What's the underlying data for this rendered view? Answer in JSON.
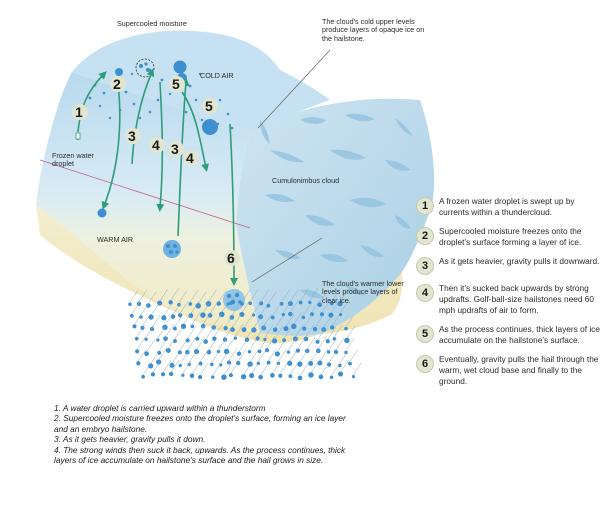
{
  "diagram": {
    "labels": {
      "supercooled": "Supercooled moisture",
      "cold_levels": "The cloud’s cold upper levels produce layers of opaque ice on the hailstone.",
      "cold_air": "COLD AIR",
      "frozen_droplet": "Frozen water droplet",
      "cumulonimbus": "Cumulonimbus cloud",
      "warm_air": "WARM AIR",
      "warm_levels": "The cloud’s warmer lower levels produce layers of clear ice."
    },
    "markers": [
      "1",
      "2",
      "3",
      "4",
      "5",
      "3",
      "4",
      "5",
      "6"
    ]
  },
  "steps": [
    {
      "num": "1",
      "text": "A frozen water droplet is swept up by currents within a thundercloud."
    },
    {
      "num": "2",
      "text": "Supercooled moisture freezes onto the droplet’s surface forming a layer of ice."
    },
    {
      "num": "3",
      "text": "As it gets heavier, gravity pulls it downward."
    },
    {
      "num": "4",
      "text": "Then it’s sucked back upwards by strong updrafts. Golf-ball-size hailstones need 60 mph updrafts of air to form."
    },
    {
      "num": "5",
      "text": "As the process continues, thick layers of ice accumulate on the hailstone’s surface."
    },
    {
      "num": "6",
      "text": "Eventually, gravity pulls the hail through the warm, wet cloud base and finally to the ground."
    }
  ],
  "notes": [
    "1. A water droplet is carried upward within a thunderstorm",
    "2. Supercooled moisture freezes onto the droplet’s surface, forming an ice layer and an embryo hailstone.",
    "3. As it gets heavier, gravity pulls it down.",
    "4. The strong winds then suck it back, upwards. As the process continues, thick layers of ice accumulate on hailstone’s surface and the hail grows in size."
  ],
  "colors": {
    "arrow": "#2f9c7a",
    "cloud_face": "#dcecf6",
    "cloud_dark": "#9cc8e0",
    "warm_base": "#f2ebc7",
    "droplet": "#3d8fd0",
    "badge": "#e2e5cf"
  }
}
